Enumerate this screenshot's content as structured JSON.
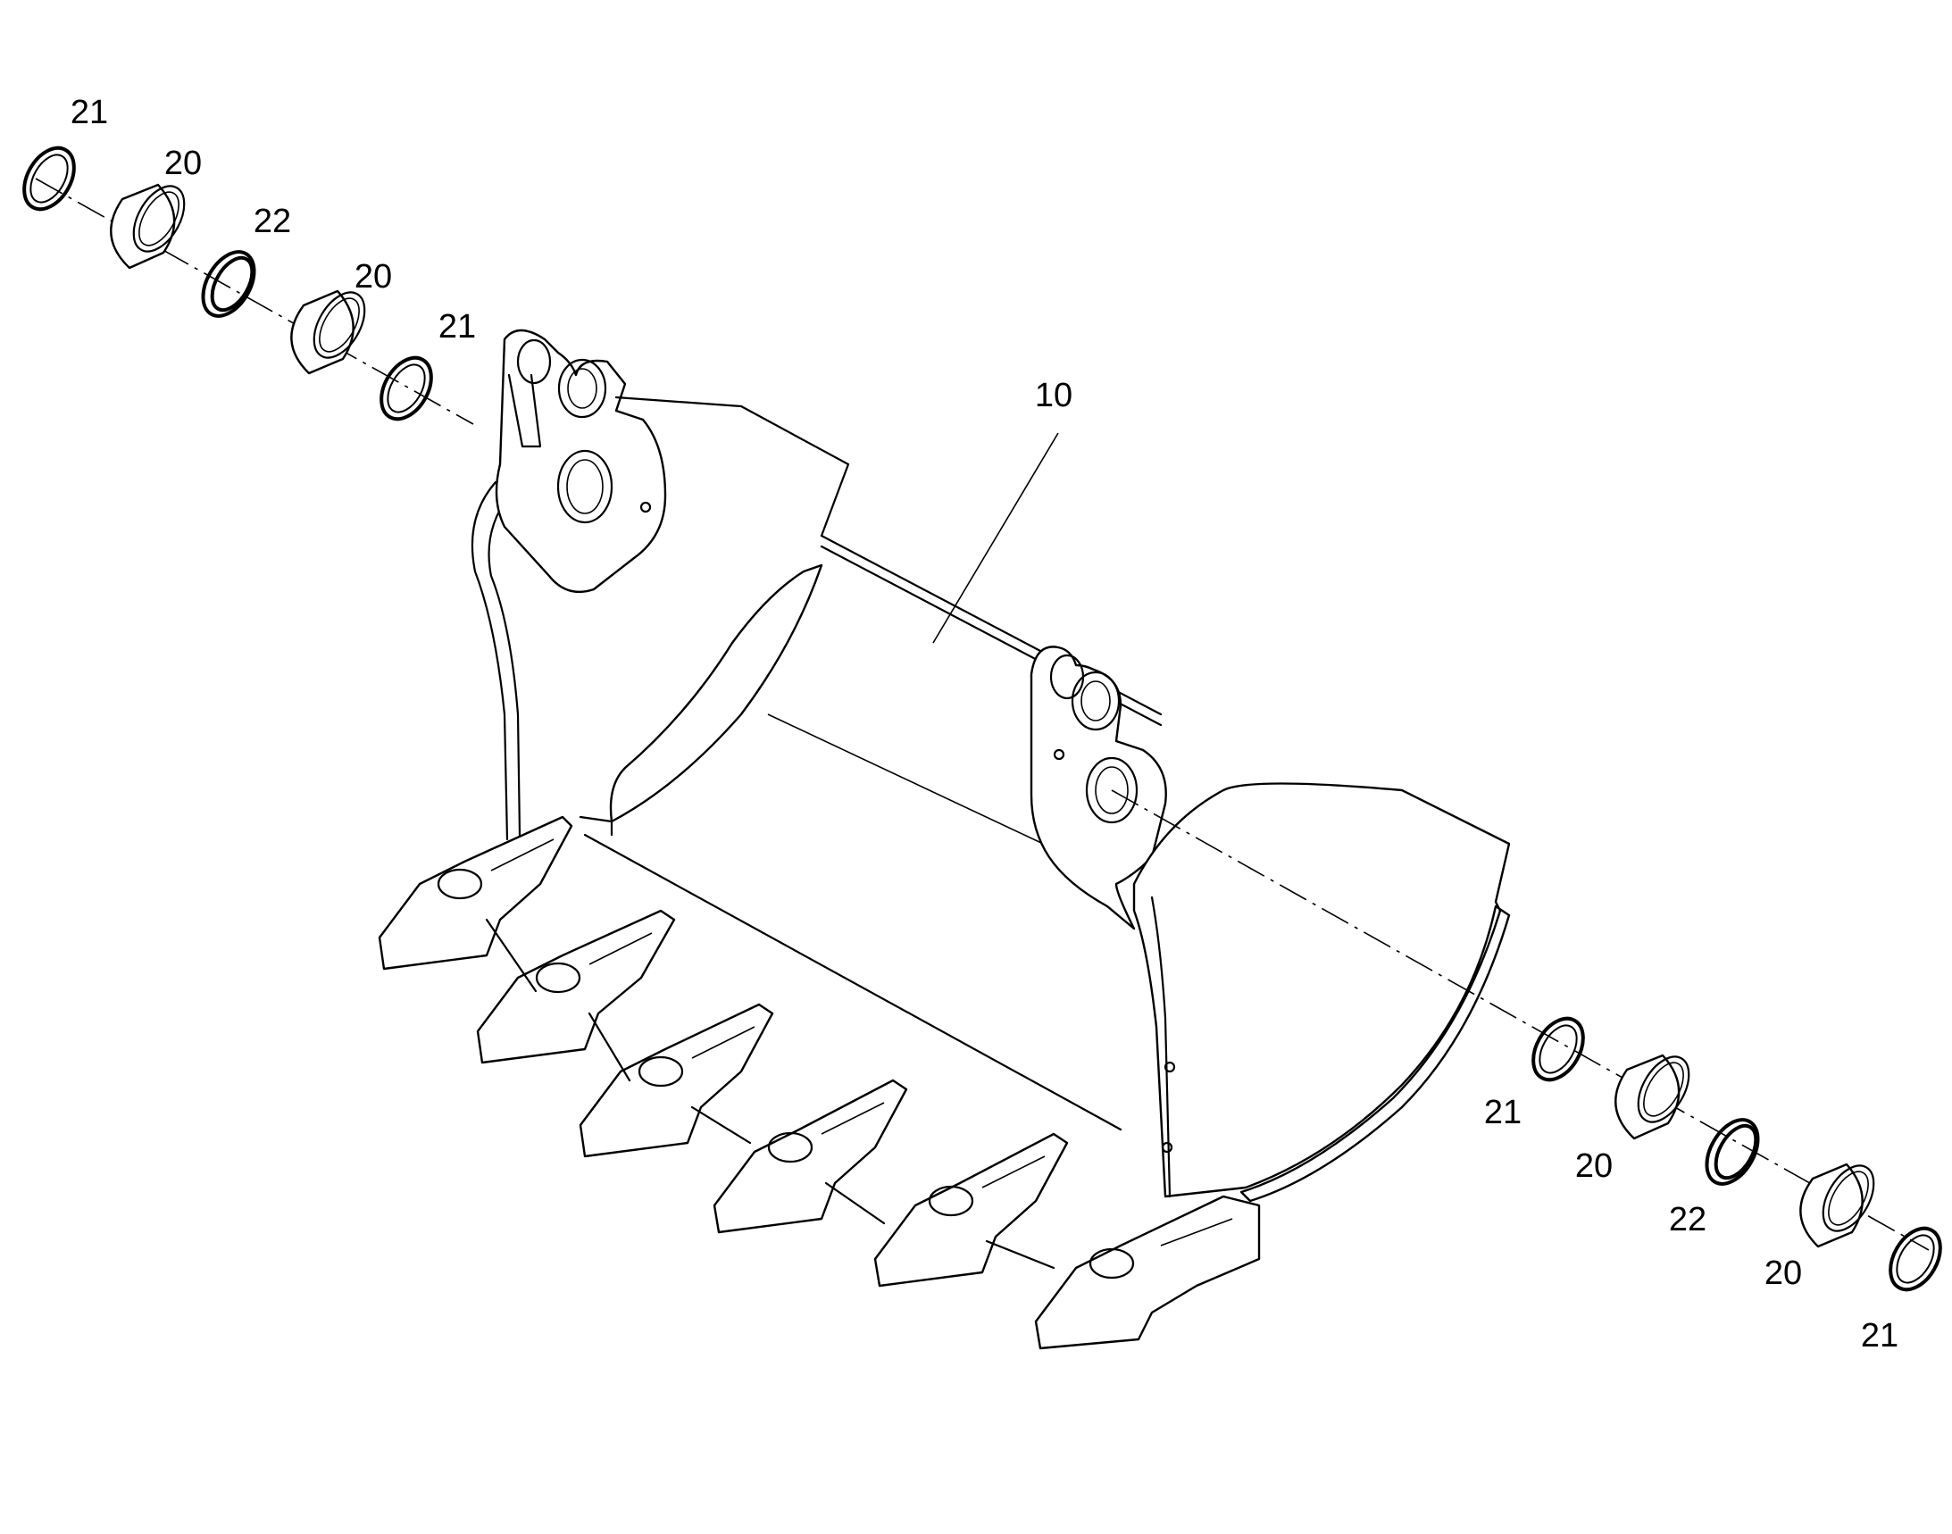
{
  "diagram": {
    "part_labels": {
      "bucket": "10",
      "bushing": "20",
      "snap_ring": "21",
      "shim_ring": "22"
    }
  }
}
